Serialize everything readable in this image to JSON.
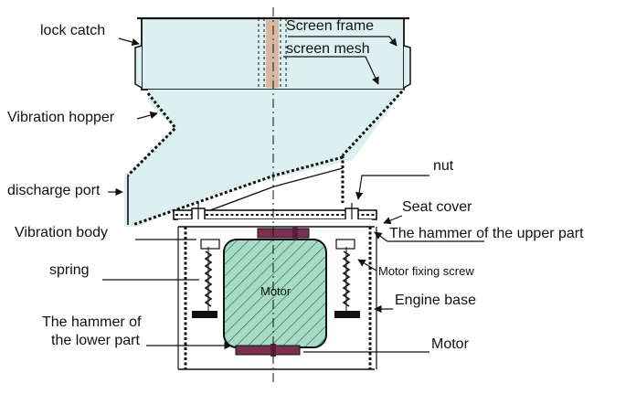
{
  "labels": {
    "lock_catch": "lock catch",
    "screen_frame": "Screen frame",
    "screen_mesh": "screen mesh",
    "vibration_hopper": "Vibration hopper",
    "discharge_port": "discharge port",
    "nut": "nut",
    "seat_cover": "Seat cover",
    "vibration_body": "Vibration body",
    "hammer_upper": "The hammer of the upper part",
    "spring": "spring",
    "motor_fixing_screw": "Motor fixing screw",
    "motor_inner": "Motor",
    "engine_base": "Engine base",
    "hammer_lower_1": "The hammer of",
    "hammer_lower_2": "the lower part",
    "motor": "Motor"
  },
  "colors": {
    "fill_light": "#dcf0f0",
    "motor_fill": "#a6dcc6",
    "hatch": "#3b6e5a",
    "mesh_band": "#d9b8a2",
    "hammer": "#7a3050",
    "outline": "#111111"
  }
}
